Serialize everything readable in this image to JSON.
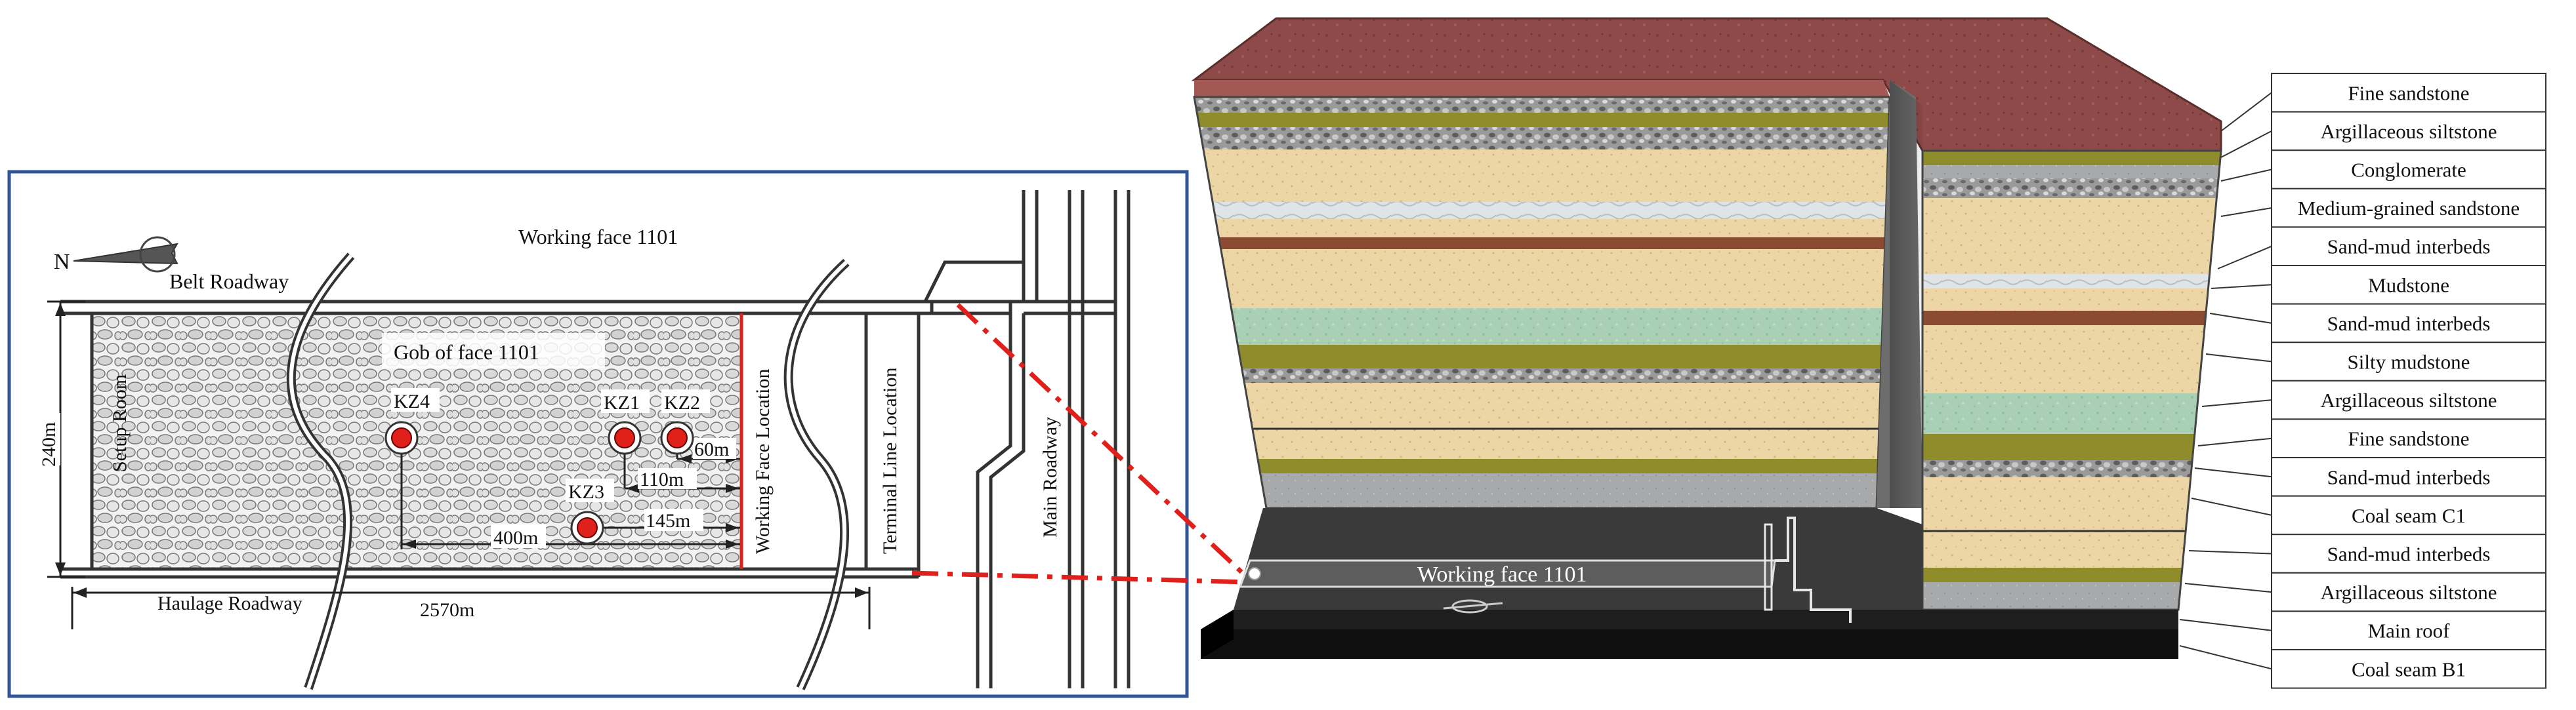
{
  "plan": {
    "north_label": "N",
    "belt_roadway": "Belt Roadway",
    "working_face_title": "Working face 1101",
    "gob_label": "Gob of face 1101",
    "setup_room": "Setup Room",
    "haulage_roadway": "Haulage Roadway",
    "working_face_location": "Working Face Location",
    "terminal_line_location": "Terminal Line Location",
    "main_roadway": "Main Roadway",
    "dim_height": "240m",
    "dim_length": "2570m",
    "dim_400": "400m",
    "dim_145": "145m",
    "dim_110": "110m",
    "dim_60": "60m",
    "boreholes": [
      "KZ4",
      "KZ1",
      "KZ2",
      "KZ3"
    ]
  },
  "block": {
    "working_face_label": "Working face 1101",
    "colors": {
      "soil": "#8e4a48",
      "sandstone": "#ecd6a6",
      "conglomerate": "#8a8a8a",
      "olive_band": "#8f8c2c",
      "coal": "#1e1e1e",
      "green_layer": "#a9cfb4",
      "dashed_line": "#e0201b"
    }
  },
  "legend": [
    "Fine sandstone",
    "Argillaceous siltstone",
    "Conglomerate",
    "Medium-grained sandstone",
    "Sand-mud interbeds",
    "Mudstone",
    "Sand-mud interbeds",
    "Silty mudstone",
    "Argillaceous siltstone",
    "Fine sandstone",
    "Sand-mud interbeds",
    "Coal seam C1",
    "Sand-mud interbeds",
    "Argillaceous siltstone",
    "Main roof",
    "Coal seam B1"
  ]
}
